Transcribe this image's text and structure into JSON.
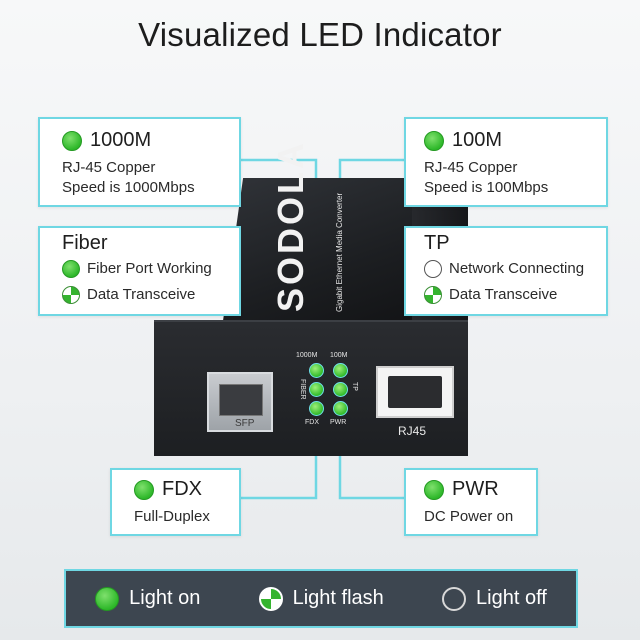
{
  "title": "Visualized LED Indicator",
  "cards": {
    "m1000": {
      "head": "1000M",
      "line1": "RJ-45 Copper",
      "line2": "Speed is 1000Mbps"
    },
    "m100": {
      "head": "100M",
      "line1": "RJ-45 Copper",
      "line2": "Speed is 100Mbps"
    },
    "fiber": {
      "head": "Fiber",
      "item1": "Fiber Port Working",
      "item2": "Data Transceive"
    },
    "tp": {
      "head": "TP",
      "item1": "Network Connecting",
      "item2": "Data Transceive"
    },
    "fdx": {
      "head": "FDX",
      "sub": "Full-Duplex"
    },
    "pwr": {
      "head": "PWR",
      "sub": "DC Power on"
    }
  },
  "device": {
    "brand": "SODOLA",
    "brand_sub": "Gigabit Ethernet Media Converter",
    "led_labels": {
      "m1000": "1000M",
      "m100": "100M",
      "fiber": "FIBER",
      "tp": "TP",
      "fdx": "FDX",
      "pwr": "PWR"
    },
    "sfp_label": "SFP",
    "rj45_label": "RJ45"
  },
  "legend": {
    "on": "Light on",
    "flash": "Light flash",
    "off": "Light off"
  },
  "colors": {
    "accent": "#6fd7e3",
    "led_green": "#33bb2c",
    "legend_bg": "#3d4650"
  }
}
